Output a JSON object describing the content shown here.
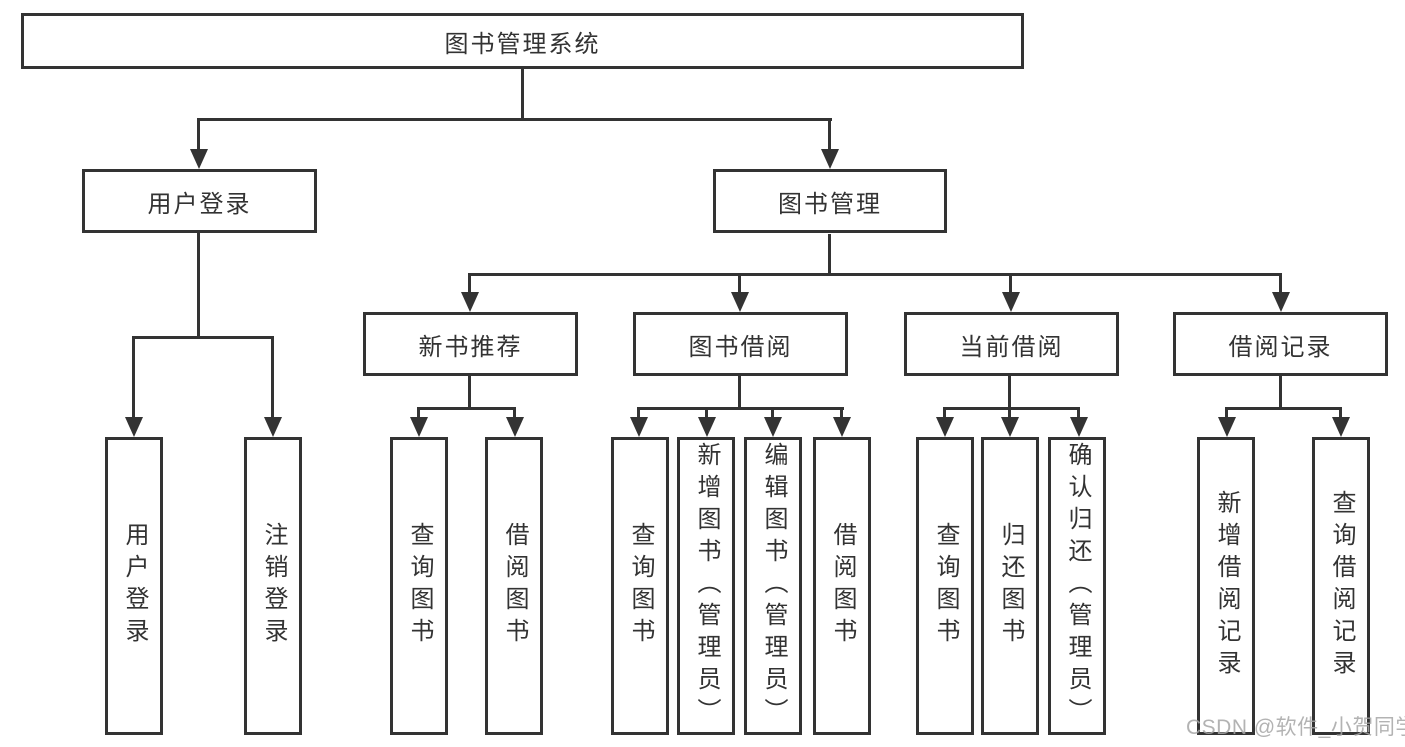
{
  "diagram": {
    "type": "tree-diagram",
    "title": "图书管理系统",
    "colors": {
      "line": "#333333",
      "box_border": "#333333",
      "text": "#333333",
      "background": "#ffffff",
      "watermark": "#a6a6a6"
    },
    "nodes": {
      "root": "图书管理系统",
      "user_login": "用户登录",
      "book_mgmt": "图书管理",
      "new_book_rec": "新书推荐",
      "book_borrow": "图书借阅",
      "current_borrow": "当前借阅",
      "borrow_records": "借阅记录",
      "leaf_user_login": "用户登录",
      "leaf_logout": "注销登录",
      "leaf_query_book_a": "查询图书",
      "leaf_borrow_book_a": "借阅图书",
      "leaf_query_book_b": "查询图书",
      "leaf_add_book": "新增图书（管理员）",
      "leaf_edit_book": "编辑图书（管理员）",
      "leaf_borrow_book_b": "借阅图书",
      "leaf_query_book_c": "查询图书",
      "leaf_return_book": "归还图书",
      "leaf_confirm_return": "确认归还（管理员）",
      "leaf_add_record": "新增借阅记录",
      "leaf_query_record": "查询借阅记录"
    },
    "hierarchy": {
      "图书管理系统": [
        "用户登录",
        "图书管理"
      ],
      "用户登录": [
        "用户登录",
        "注销登录"
      ],
      "图书管理": [
        "新书推荐",
        "图书借阅",
        "当前借阅",
        "借阅记录"
      ],
      "新书推荐": [
        "查询图书",
        "借阅图书"
      ],
      "图书借阅": [
        "查询图书",
        "新增图书（管理员）",
        "编辑图书（管理员）",
        "借阅图书"
      ],
      "当前借阅": [
        "查询图书",
        "归还图书",
        "确认归还（管理员）"
      ],
      "借阅记录": [
        "新增借阅记录",
        "查询借阅记录"
      ]
    },
    "watermark": "CSDN @软件_小贺同学"
  }
}
